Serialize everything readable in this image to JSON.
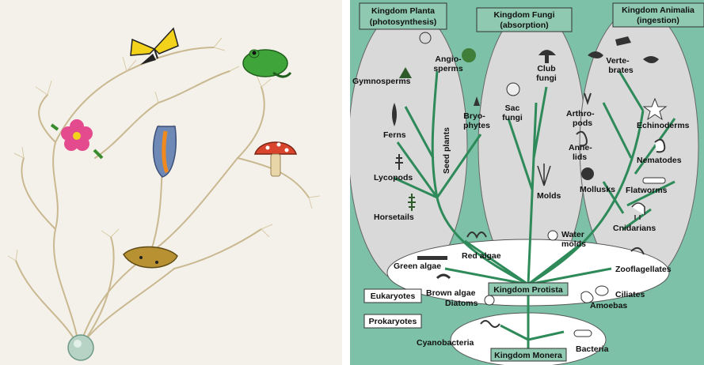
{
  "left_illustration": {
    "organisms": [
      "butterfly-icon",
      "frog-icon",
      "flower-icon",
      "sea-slug-icon",
      "mushroom-icon",
      "flatworm-icon",
      "root-cell-icon"
    ]
  },
  "diagram": {
    "headers": {
      "plantae": [
        "Kingdom Planta",
        "(photosynthesis)"
      ],
      "fungi": [
        "Kingdom Fungi",
        "(absorption)"
      ],
      "animalia": [
        "Kingdom Animalia",
        "(ingestion)"
      ],
      "protista": "Kingdom Protista",
      "monera": "Kingdom Monera"
    },
    "side_labels": {
      "eukaryotes": "Eukaryotes",
      "prokaryotes": "Prokaryotes"
    },
    "plant_labels": {
      "angiosperms": [
        "Angio-",
        "sperms"
      ],
      "gymnosperms": "Gymnosperms",
      "seed_plants": "Seed plants",
      "bryophytes": [
        "Bryo-",
        "phytes"
      ],
      "ferns": "Ferns",
      "lycopods": "Lycopods",
      "horsetails": "Horsetails"
    },
    "fungi_labels": {
      "club_fungi": [
        "Club",
        "fungi"
      ],
      "sac_fungi": [
        "Sac",
        "fungi"
      ],
      "molds": "Molds"
    },
    "animal_labels": {
      "vertebrates": [
        "Verte-",
        "brates"
      ],
      "arthropods": [
        "Arthro-",
        "pods"
      ],
      "echinoderms": "Echinoderms",
      "annelids": [
        "Anne-",
        "lids"
      ],
      "nematodes": "Nematodes",
      "mollusks": "Mollusks",
      "flatworms": "Flatworms",
      "cnidarians": "Cnidarians"
    },
    "protist_labels": {
      "water_molds": [
        "Water",
        "molds"
      ],
      "red_algae": "Red algae",
      "green_algae": "Green algae",
      "zooflagellates": "Zooflagellates",
      "brown_algae": "Brown algae",
      "ciliates": "Ciliates",
      "diatoms": "Diatoms",
      "amoebas": "Amoebas"
    },
    "monera_labels": {
      "cyanobacteria": "Cyanobacteria",
      "bacteria": "Bacteria"
    }
  }
}
